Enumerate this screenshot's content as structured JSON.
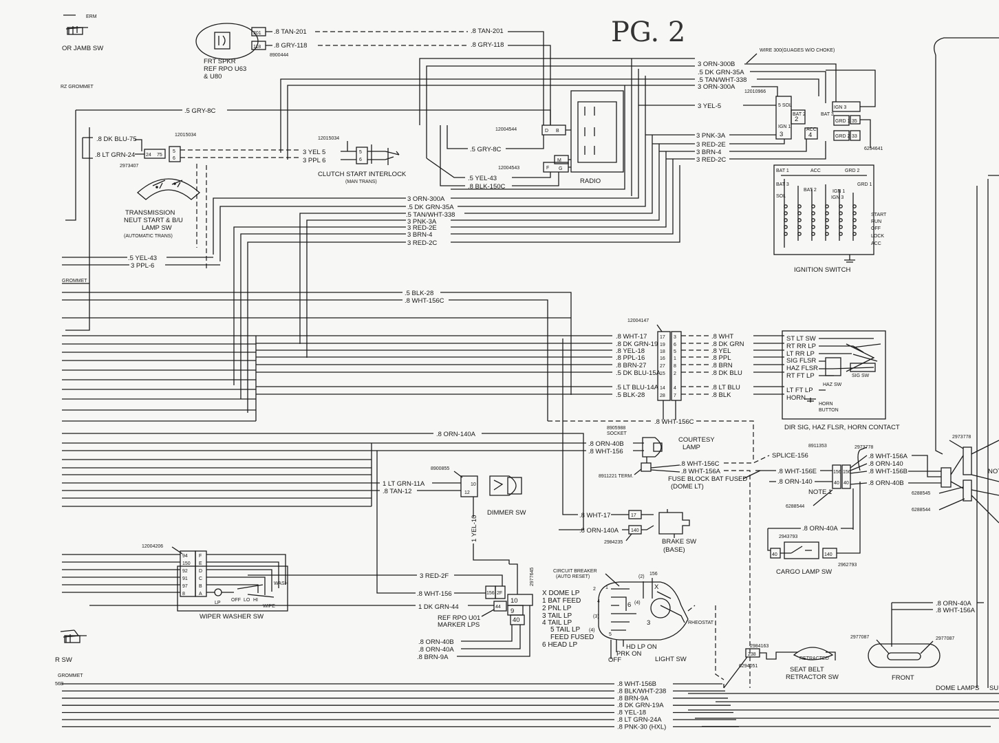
{
  "page_label": "PG. 2",
  "top_left": {
    "frag1": "ERM",
    "jamb_sw": "OR JAMB SW",
    "grommet": "RZ GROMMET"
  },
  "speaker": {
    "lines": [
      "FRT SPKR",
      "REF RPO U63",
      "& U80"
    ],
    "pins": [
      "201",
      "118"
    ],
    "part": "8900444",
    "wire1": ".8 TAN-201",
    "wire2": ".8 GRY-118"
  },
  "top_wires": {
    "tan": ".8 TAN-201",
    "gry": ".8 GRY-118",
    "gry8c": ".5 GRY-8C"
  },
  "wire300": "WIRE 300(GUAGES W/O CHOKE)",
  "ign_feed": [
    "3 ORN-300B",
    ".5 DK GRN-35A",
    ".5 TAN/WHT-338",
    "3 ORN-300A"
  ],
  "ign_connector": {
    "part": "12010966",
    "pins": [
      "5 SOL",
      "BAT 2",
      "IGN 1",
      "ACC",
      "IGN 3",
      "BAT 3",
      "GRD 1",
      "GRD 2"
    ],
    "nums": [
      "2",
      "3",
      "4",
      "35",
      "33"
    ],
    "part2": "6294641"
  },
  "ign_wires2": [
    "3 YEL-5",
    "3 PNK-3A",
    "3 RED-2E",
    "3 BRN-4",
    "3 RED-2C"
  ],
  "ignition_switch": {
    "label": "IGNITION SWITCH",
    "positions": [
      "START",
      "RUN",
      "OFF",
      "LOCK",
      "ACC"
    ],
    "contacts": [
      "BAT 1",
      "ACC",
      "GRD 2",
      "BAT 3",
      "SOL",
      "BAT 2",
      "IGN 3",
      "GRD 1",
      "IGN 1"
    ]
  },
  "dk_blu": {
    "wire1": ".8 DK BLU-75",
    "wire2": ".8 LT GRN-24",
    "part": "12015034",
    "part2": "2973407",
    "pins": [
      "24",
      "75",
      "5",
      "6"
    ]
  },
  "clutch": {
    "part": "12015034",
    "wire1": "3 YEL 5",
    "wire2": "3 PPL 6",
    "pins": [
      "5",
      "6"
    ],
    "label": "CLUTCH START INTERLOCK",
    "sub": "(MAN TRANS)"
  },
  "radio": {
    "label": "RADIO",
    "part1": "12004544",
    "part2": "12004543",
    "wire1": ".5 GRY-8C",
    "wire2": ".5 YEL-43",
    "wire3": ".8 BLK-150C",
    "pins": [
      "D",
      "B",
      "M",
      "F",
      "G"
    ]
  },
  "trans": {
    "lines": [
      "TRANSMISSION",
      "NEUT START & B/U",
      "LAMP SW"
    ],
    "sub": "(AUTOMATIC TRANS)"
  },
  "mid_bundle": [
    "3 ORN-300A",
    ".5 DK GRN-35A",
    ".5 TAN/WHT-338",
    "3 PNK-3A",
    "3 RED-2E",
    "3 BRN-4",
    "3 RED-2C"
  ],
  "left_wires": [
    ".5 YEL-43",
    "3 PPL-6"
  ],
  "grommet2": "GROMMET",
  "blk28": [
    ".5 BLK-28",
    ".8 WHT-156C"
  ],
  "column": {
    "part": "12004147",
    "left_wires": [
      ".8 WHT-17",
      ".8 DK GRN-19",
      ".8 YEL-18",
      ".8 PPL-16",
      ".8 BRN-27",
      ".5 DK BLU-15A",
      ".5 LT BLU-14A",
      ".5 BLK-28"
    ],
    "left_pins": [
      "17",
      "19",
      "18",
      "16",
      "27",
      "15",
      "14",
      "28"
    ],
    "right_pins": [
      "3",
      "6",
      "5",
      "1",
      "8",
      "2",
      "4",
      "7"
    ],
    "right_wires": [
      ".8 WHT",
      ".8 DK GRN",
      ".8 YEL",
      ".8 PPL",
      ".8 BRN",
      ".8 DK BLU",
      ".8 LT BLU",
      ".8 BLK"
    ],
    "bottom_wire": ".8 WHT-156C"
  },
  "dir_sig": {
    "labels": [
      "ST LT SW",
      "RT RR LP",
      "LT RR LP",
      "SIG FLSR",
      "HAZ FLSR",
      "RT FT LP",
      "LT FT LP",
      "HORN"
    ],
    "haz": "HAZ SW",
    "sig": "SIG SW",
    "horn_btn": [
      "HORN",
      "BUTTON"
    ],
    "label": "DIR SIG, HAZ FLSR, HORN CONTACT"
  },
  "courtesy": {
    "part": "8905988",
    "socket": "SOCKET",
    "wire1": ".8 ORN-140A",
    "wire2": ".8 ORN-40B",
    "wire3": ".8 WHT-156",
    "label": [
      "COURTESY",
      "LAMP"
    ],
    "term": "8911221 TERM.",
    "wire4": ".8 WHT-156C",
    "wire5": ".8 WHT-156A"
  },
  "fuse_block": [
    "FUSE BLOCK BAT FUSED",
    "(DOME LT)"
  ],
  "splice": "SPLICE-156",
  "dimmer": {
    "part": "8900855",
    "wire1": "1 LT GRN-11A",
    "wire2": ".8 TAN-12",
    "pins": [
      "10",
      "12"
    ],
    "label": "DIMMER SW",
    "vert": "1 YEL-10"
  },
  "brake": {
    "wire1": ".8 WHT-17",
    "wire2": ".8 ORN-140A",
    "pins": [
      "17",
      "140"
    ],
    "part": "2984235",
    "label": [
      "BRAKE SW",
      "(BASE)"
    ]
  },
  "splice_right": {
    "part1": "8911353",
    "part2": "2973778",
    "wires": [
      ".8 WHT-156A",
      ".8 ORN-140",
      ".8 WHT-156B",
      ".8 ORN-40B"
    ],
    "wires_left": [
      ".8 WHT-156E",
      ".8 ORN-140"
    ],
    "pins": [
      "156",
      "156",
      "40",
      "40"
    ],
    "note": "NOTE 1",
    "part3": "6288544"
  },
  "right_edge": {
    "part1": "2973778",
    "part2": "6288545",
    "part3": "6288544",
    "note": "NOTE"
  },
  "cargo": {
    "wire": ".8 ORN-40A",
    "part1": "2943793",
    "part2": "2962793",
    "pins": [
      "40",
      "140"
    ],
    "label": "CARGO LAMP SW"
  },
  "wiper": {
    "part": "12004206",
    "nums": [
      "94",
      "150",
      "92",
      "91",
      "97",
      "8"
    ],
    "letters": [
      "F",
      "E",
      "D",
      "C",
      "B",
      "A"
    ],
    "lp": "LP",
    "positions": [
      "OFF",
      "LO",
      "HI"
    ],
    "wash": "WASH",
    "wipe": "WIPE",
    "label": "WIPER WASHER SW"
  },
  "marker": {
    "wire1": "3 RED-2F",
    "wire2": ".8 WHT-156",
    "wire3": "1 DK GRN-44",
    "ref": [
      "REF RPO U01",
      "MARKER LPS"
    ],
    "pins": [
      "156",
      "2F",
      "44",
      "10",
      "9",
      "40"
    ],
    "part": "2977645",
    "wires_b": [
      ".8 ORN-40B",
      ".8 ORN-40A",
      ".8 BRN-9A"
    ]
  },
  "light_sw": {
    "breaker": [
      "CIRCUIT BREAKER",
      "(AUTO RESET)"
    ],
    "items": [
      "X DOME LP",
      "1 BAT FEED",
      "2 PNL LP",
      "3 TAIL LP",
      "4 TAIL LP",
      "5 TAIL LP",
      "FEED FUSED",
      "6 HEAD LP"
    ],
    "positions": [
      "HD LP ON",
      "PRK ON",
      "OFF"
    ],
    "label": "LIGHT SW",
    "rheostat": "RHEOSTAT",
    "nums": [
      "(2)",
      "156",
      "X",
      "6",
      "(4)",
      "2",
      "4",
      "(3)",
      "3",
      "5",
      "(4)",
      "1"
    ]
  },
  "seat_belt": {
    "part1": "2984163",
    "part2": "6294051",
    "pin": "238",
    "retracted": "RETRACTED",
    "label": [
      "SEAT BELT",
      "RETRACTOR SW"
    ]
  },
  "dome_front": {
    "part1": "2977087",
    "part2": "2977087",
    "label": "FRONT",
    "wire1": ".8 ORN-40A",
    "wire2": ".8 WHT-156A"
  },
  "dome_lamps": "DOME LAMPS",
  "dome_frag": "SU",
  "bottom_left": {
    "sw": "R SW",
    "grommet": "GROMMET",
    "frag": "56B"
  },
  "bottom_bundle": [
    ".8 WHT-156B",
    ".8 BLK/WHT-238",
    ".8 BRN-9A",
    ".8 DK GRN-19A",
    ".8 YEL-18",
    ".8 LT GRN-24A",
    ".8 PNK-30 (HXL)"
  ]
}
